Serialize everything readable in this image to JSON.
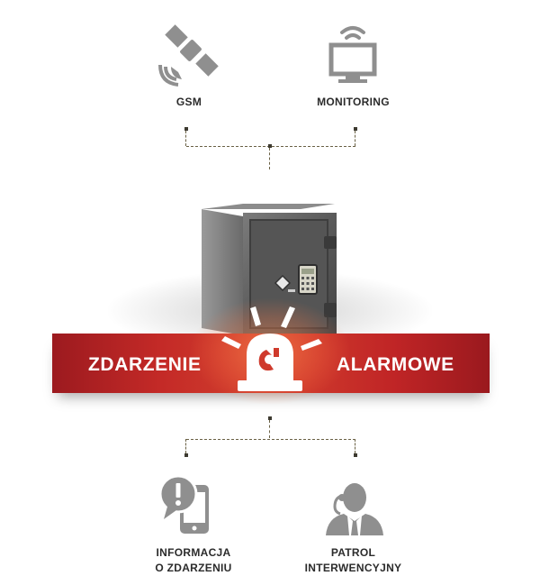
{
  "top_items": [
    {
      "label": "GSM",
      "icon": "satellite-icon"
    },
    {
      "label": "MONITORING",
      "icon": "monitor-signal-icon"
    }
  ],
  "center": {
    "object": "safe-icon",
    "banner_left": "ZDARZENIE",
    "banner_right": "ALARMOWE",
    "banner_icon": "alarm-siren-icon"
  },
  "bottom_items": [
    {
      "label_line1": "INFORMACJA",
      "label_line2": "O ZDARZENIU",
      "icon": "phone-alert-icon"
    },
    {
      "label_line1": "PATROL",
      "label_line2": "INTERWENCYJNY",
      "icon": "security-guard-icon"
    }
  ],
  "colors": {
    "banner_dark": "#9c1a1f",
    "banner_light": "#d2402e",
    "icon_gray": "#8f8f8f",
    "connector": "#6a6145",
    "text": "#2b2b2b"
  }
}
